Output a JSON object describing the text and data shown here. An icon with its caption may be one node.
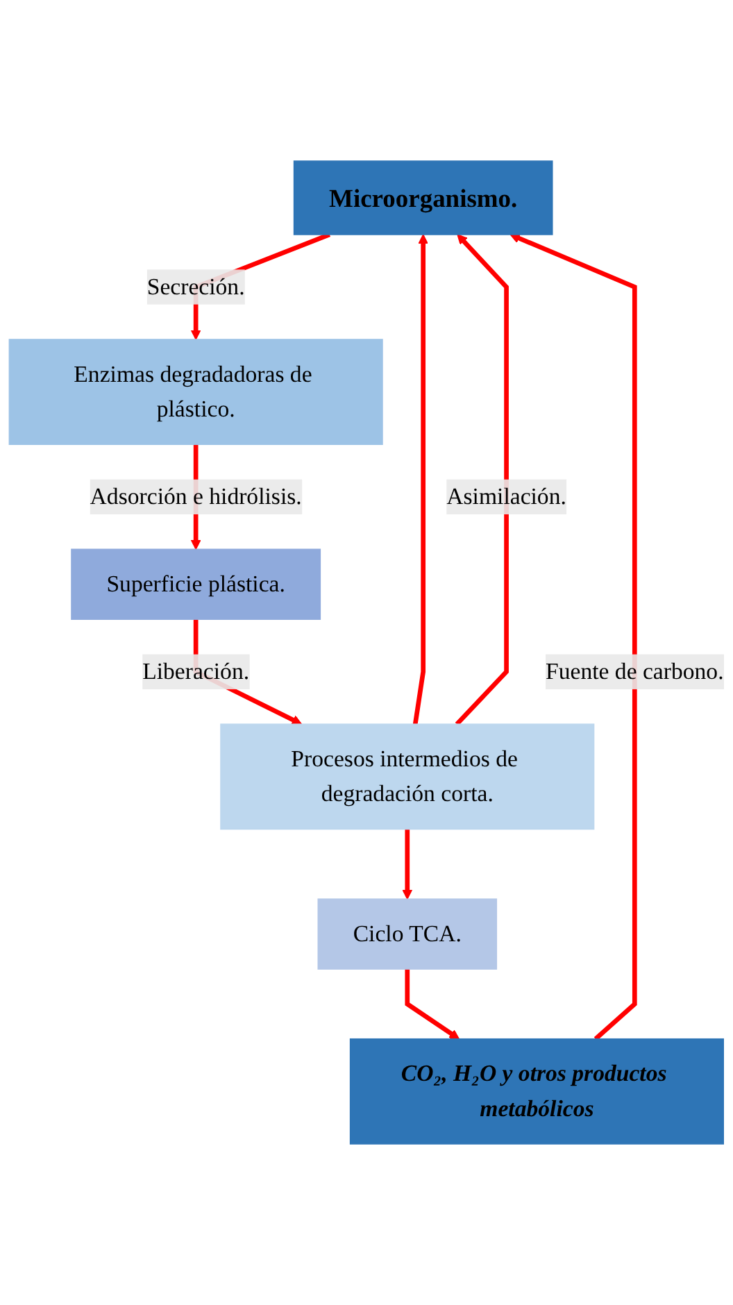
{
  "diagram": {
    "nodes": [
      {
        "text": [
          "Microorganismo."
        ]
      },
      {
        "text": [
          "Enzimas degradadoras de plástico."
        ]
      },
      {
        "text": [
          "Superficie plástica."
        ]
      },
      {
        "text": [
          "Procesos intermedios de degradación corta."
        ]
      },
      {
        "text": [
          "Ciclo TCA."
        ]
      },
      {
        "text": [
          "CO₂, H₂O y otros productos metabólicos"
        ]
      }
    ],
    "edges": [
      {
        "from": 0,
        "to": 1,
        "arrow": "to",
        "label": "Secreción."
      },
      {
        "from": 1,
        "to": 2,
        "arrow": "to",
        "label": "Adsorción e hidrólisis."
      },
      {
        "from": 2,
        "to": 3,
        "arrow": "to",
        "label": "Liberación."
      },
      {
        "from": 3,
        "to": 4,
        "arrow": "to"
      },
      {
        "from": 4,
        "to": 5,
        "arrow": "to"
      },
      {
        "from": 5,
        "to": 0,
        "arrow": "to",
        "label": "Fuente de carbono."
      },
      {
        "from": 3,
        "to": 0,
        "arrow": "to"
      },
      {
        "from": 3,
        "to": 0,
        "arrow": "to",
        "label": "Asimilación."
      }
    ]
  }
}
